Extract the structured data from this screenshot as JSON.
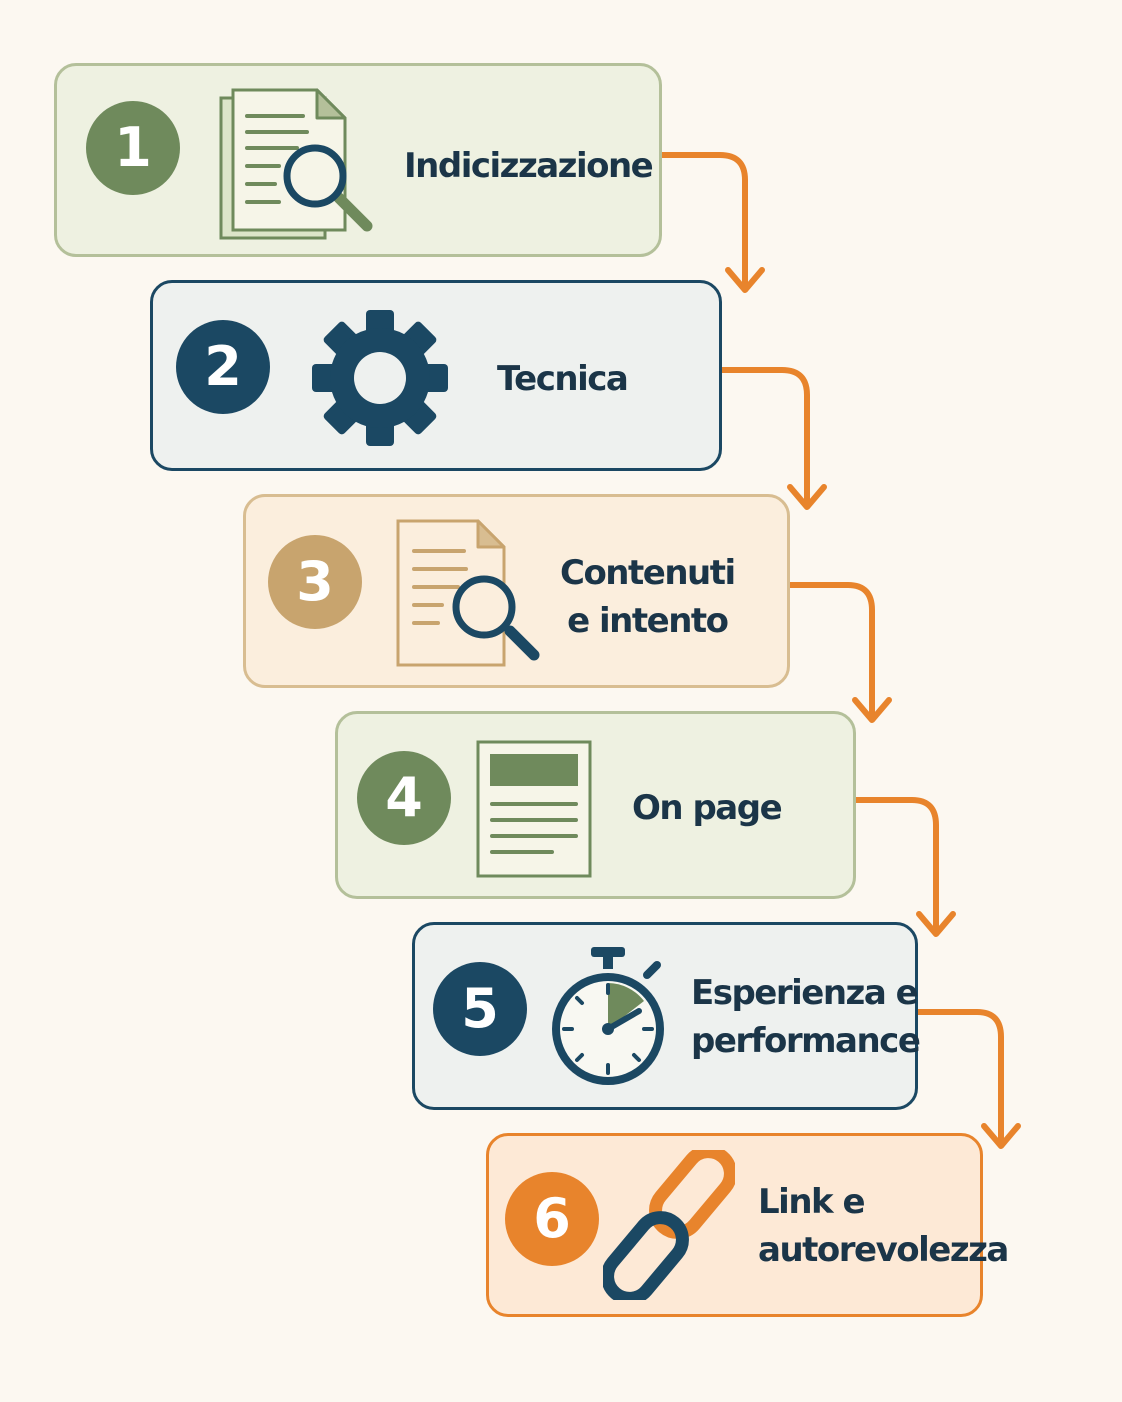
{
  "colors": {
    "background": "#fcf8f1",
    "arrow": "#e8842c",
    "text": "#1b3548"
  },
  "steps": [
    {
      "number": "1",
      "label_lines": [
        "Indicizzazione"
      ],
      "icon": "document-search-icon",
      "accent": "#6f8a5c",
      "fill": "#eef1e1"
    },
    {
      "number": "2",
      "label_lines": [
        "Tecnica"
      ],
      "icon": "gear-icon",
      "accent": "#1b4863",
      "fill": "#eef1ef"
    },
    {
      "number": "3",
      "label_lines": [
        "Contenuti",
        "e intento"
      ],
      "icon": "document-search-icon",
      "accent": "#c8a46e",
      "fill": "#fbeedd"
    },
    {
      "number": "4",
      "label_lines": [
        "On page"
      ],
      "icon": "web-page-icon",
      "accent": "#6f8a5c",
      "fill": "#eef1e1"
    },
    {
      "number": "5",
      "label_lines": [
        "Esperienza e",
        "performance"
      ],
      "icon": "stopwatch-icon",
      "accent": "#1b4863",
      "fill": "#eef1ef"
    },
    {
      "number": "6",
      "label_lines": [
        "Link e",
        "autorevolezza"
      ],
      "icon": "chain-link-icon",
      "accent": "#e8842c",
      "fill": "#fde9d6"
    }
  ]
}
